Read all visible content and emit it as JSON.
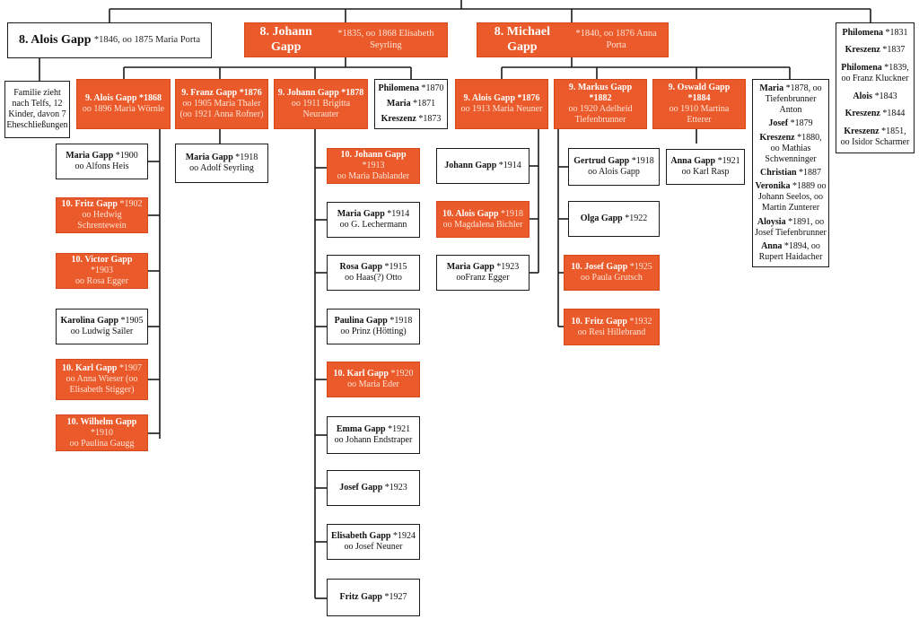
{
  "colors": {
    "highlight": "#ea5a2a",
    "line": "#1a1a1a",
    "box_border": "#1a1a1a"
  },
  "gen8": {
    "alois": {
      "name": "8. Alois Gapp",
      "info": "*1846, oo 1875 Maria Porta"
    },
    "johann": {
      "name": "8. Johann Gapp",
      "info": "*1835, oo 1868 Elisabeth Seyrling"
    },
    "michael": {
      "name": "8. Michael Gapp",
      "info": "*1840, oo 1876 Anna Porta"
    }
  },
  "siblings": [
    {
      "name": "Philomena",
      "info": "*1831"
    },
    {
      "name": "Kreszenz",
      "info": "*1837"
    },
    {
      "name": "Philomena",
      "info": "*1839, oo Franz Kluckner"
    },
    {
      "name": "Alois",
      "info": "*1843"
    },
    {
      "name": "Kreszenz",
      "info": "*1844"
    },
    {
      "name": "Kreszenz",
      "info": "*1851, oo Isidor Scharmer"
    }
  ],
  "alois_note": "Familie zieht nach Telfs, 12 Kinder, davon 7 Eheschließungen",
  "johann_children": {
    "alois": {
      "name": "9. Alois Gapp",
      "info": "*1868",
      "detail": "oo 1896 Maria Wörnle"
    },
    "franz": {
      "name": "9. Franz Gapp",
      "info": "*1876",
      "detail": "oo 1905 Maria Thaler (oo 1921 Anna Rofner)"
    },
    "johann": {
      "name": "9. Johann Gapp",
      "info": "*1878",
      "detail": "oo 1911 Brigitta Neurauter"
    },
    "others": [
      {
        "name": "Philomena",
        "info": "*1870"
      },
      {
        "name": "Maria",
        "info": "*1871"
      },
      {
        "name": "Kreszenz",
        "info": "*1873"
      }
    ]
  },
  "alois9_children": [
    {
      "name": "Maria Gapp",
      "info": "*1900",
      "detail": "oo Alfons Heis"
    },
    {
      "name": "10. Fritz Gapp",
      "info": "*1902",
      "detail": "oo Hedwig Schrentewein"
    },
    {
      "name": "10. Victor Gapp",
      "info": "*1903",
      "detail": "oo Rosa Egger"
    },
    {
      "name": "Karolina Gapp",
      "info": "*1905",
      "detail": "oo Ludwig Sailer"
    },
    {
      "name": "10. Karl Gapp",
      "info": "*1907",
      "detail": "oo Anna Wieser (oo Elisabeth Stigger)"
    },
    {
      "name": "10. Wilhelm Gapp",
      "info": "*1910",
      "detail": "oo Paulina Gaugg"
    }
  ],
  "franz9_children": [
    {
      "name": "Maria Gapp",
      "info": "*1918",
      "detail": "oo Adolf Seyrling"
    }
  ],
  "johann9_children": [
    {
      "name": "10. Johann Gapp",
      "info": "*1913",
      "detail": "oo Maria Dablander"
    },
    {
      "name": "Maria Gapp",
      "info": "*1914",
      "detail": "oo G. Lechermann"
    },
    {
      "name": "Rosa Gapp",
      "info": "*1915",
      "detail": "oo Haas(?) Otto"
    },
    {
      "name": "Paulina Gapp",
      "info": "*1918",
      "detail": "oo Prinz (Hötting)"
    },
    {
      "name": "10. Karl Gapp",
      "info": "*1920",
      "detail": "oo Maria Eder"
    },
    {
      "name": "Emma Gapp",
      "info": "*1921",
      "detail": "oo Johann Endstraper"
    },
    {
      "name": "Josef Gapp",
      "info": "*1923",
      "detail": ""
    },
    {
      "name": "Elisabeth Gapp",
      "info": "*1924",
      "detail": "oo Josef Neuner"
    },
    {
      "name": "Fritz Gapp",
      "info": "*1927",
      "detail": ""
    }
  ],
  "michael_children": {
    "alois": {
      "name": "9. Alois Gapp",
      "info": "*1876",
      "detail": "oo 1913 Maria Neuner"
    },
    "markus": {
      "name": "9. Markus Gapp",
      "info": "*1882",
      "detail": "oo 1920 Adelheid Tiefenbrunner"
    },
    "oswald": {
      "name": "9. Oswald Gapp",
      "info": "*1884",
      "detail": "oo 1910 Martina Etterer"
    },
    "others": [
      {
        "name": "Maria",
        "info": "*1878, oo Tiefenbrunner Anton"
      },
      {
        "name": "Josef",
        "info": "*1879"
      },
      {
        "name": "Kreszenz",
        "info": "*1880, oo Mathias Schwenninger"
      },
      {
        "name": "Christian",
        "info": "*1887"
      },
      {
        "name": "Veronika",
        "info": "*1889 oo Johann Seelos, oo Martin Zunterer"
      },
      {
        "name": "Aloysia",
        "info": "*1891, oo Josef Tiefenbrunner"
      },
      {
        "name": "Anna",
        "info": "*1894, oo Rupert Haidacher"
      }
    ]
  },
  "alois9b_children": [
    {
      "name": "Johann Gapp",
      "info": "*1914",
      "detail": ""
    },
    {
      "name": "10. Alois Gapp",
      "info": "*1918",
      "detail": "oo Magdalena Bichler"
    },
    {
      "name": "Maria Gapp",
      "info": "*1923",
      "detail": "ooFranz Egger"
    }
  ],
  "markus9_children": [
    {
      "name": "Gertrud Gapp",
      "info": "*1918",
      "detail": "oo Alois Gapp"
    },
    {
      "name": "Olga Gapp",
      "info": "*1922",
      "detail": ""
    },
    {
      "name": "10. Josef Gapp",
      "info": "*1925",
      "detail": "oo Paula Grutsch"
    },
    {
      "name": "10. Fritz Gapp",
      "info": "*1932",
      "detail": "oo Resi Hillebrand"
    }
  ],
  "oswald9_children": [
    {
      "name": "Anna Gapp",
      "info": "*1921",
      "detail": "oo Karl Rasp"
    }
  ]
}
